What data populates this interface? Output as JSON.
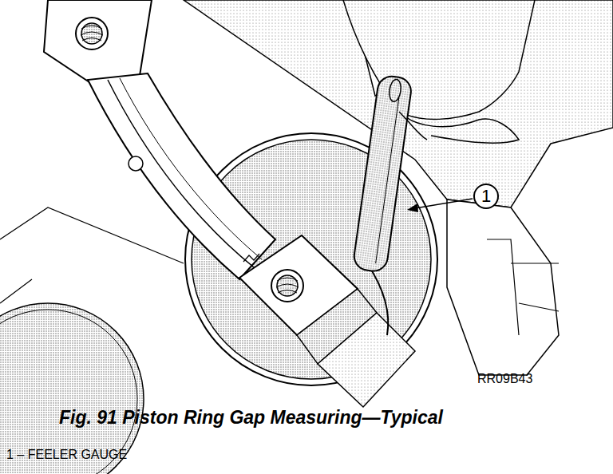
{
  "diagram": {
    "caption": "Fig. 91 Piston Ring Gap Measuring—Typical",
    "nodes": [
      {
        "text": [
          "1"
        ]
      }
    ],
    "labels": [
      "RR09B43",
      "1 – FEELER GAUGE"
    ]
  }
}
